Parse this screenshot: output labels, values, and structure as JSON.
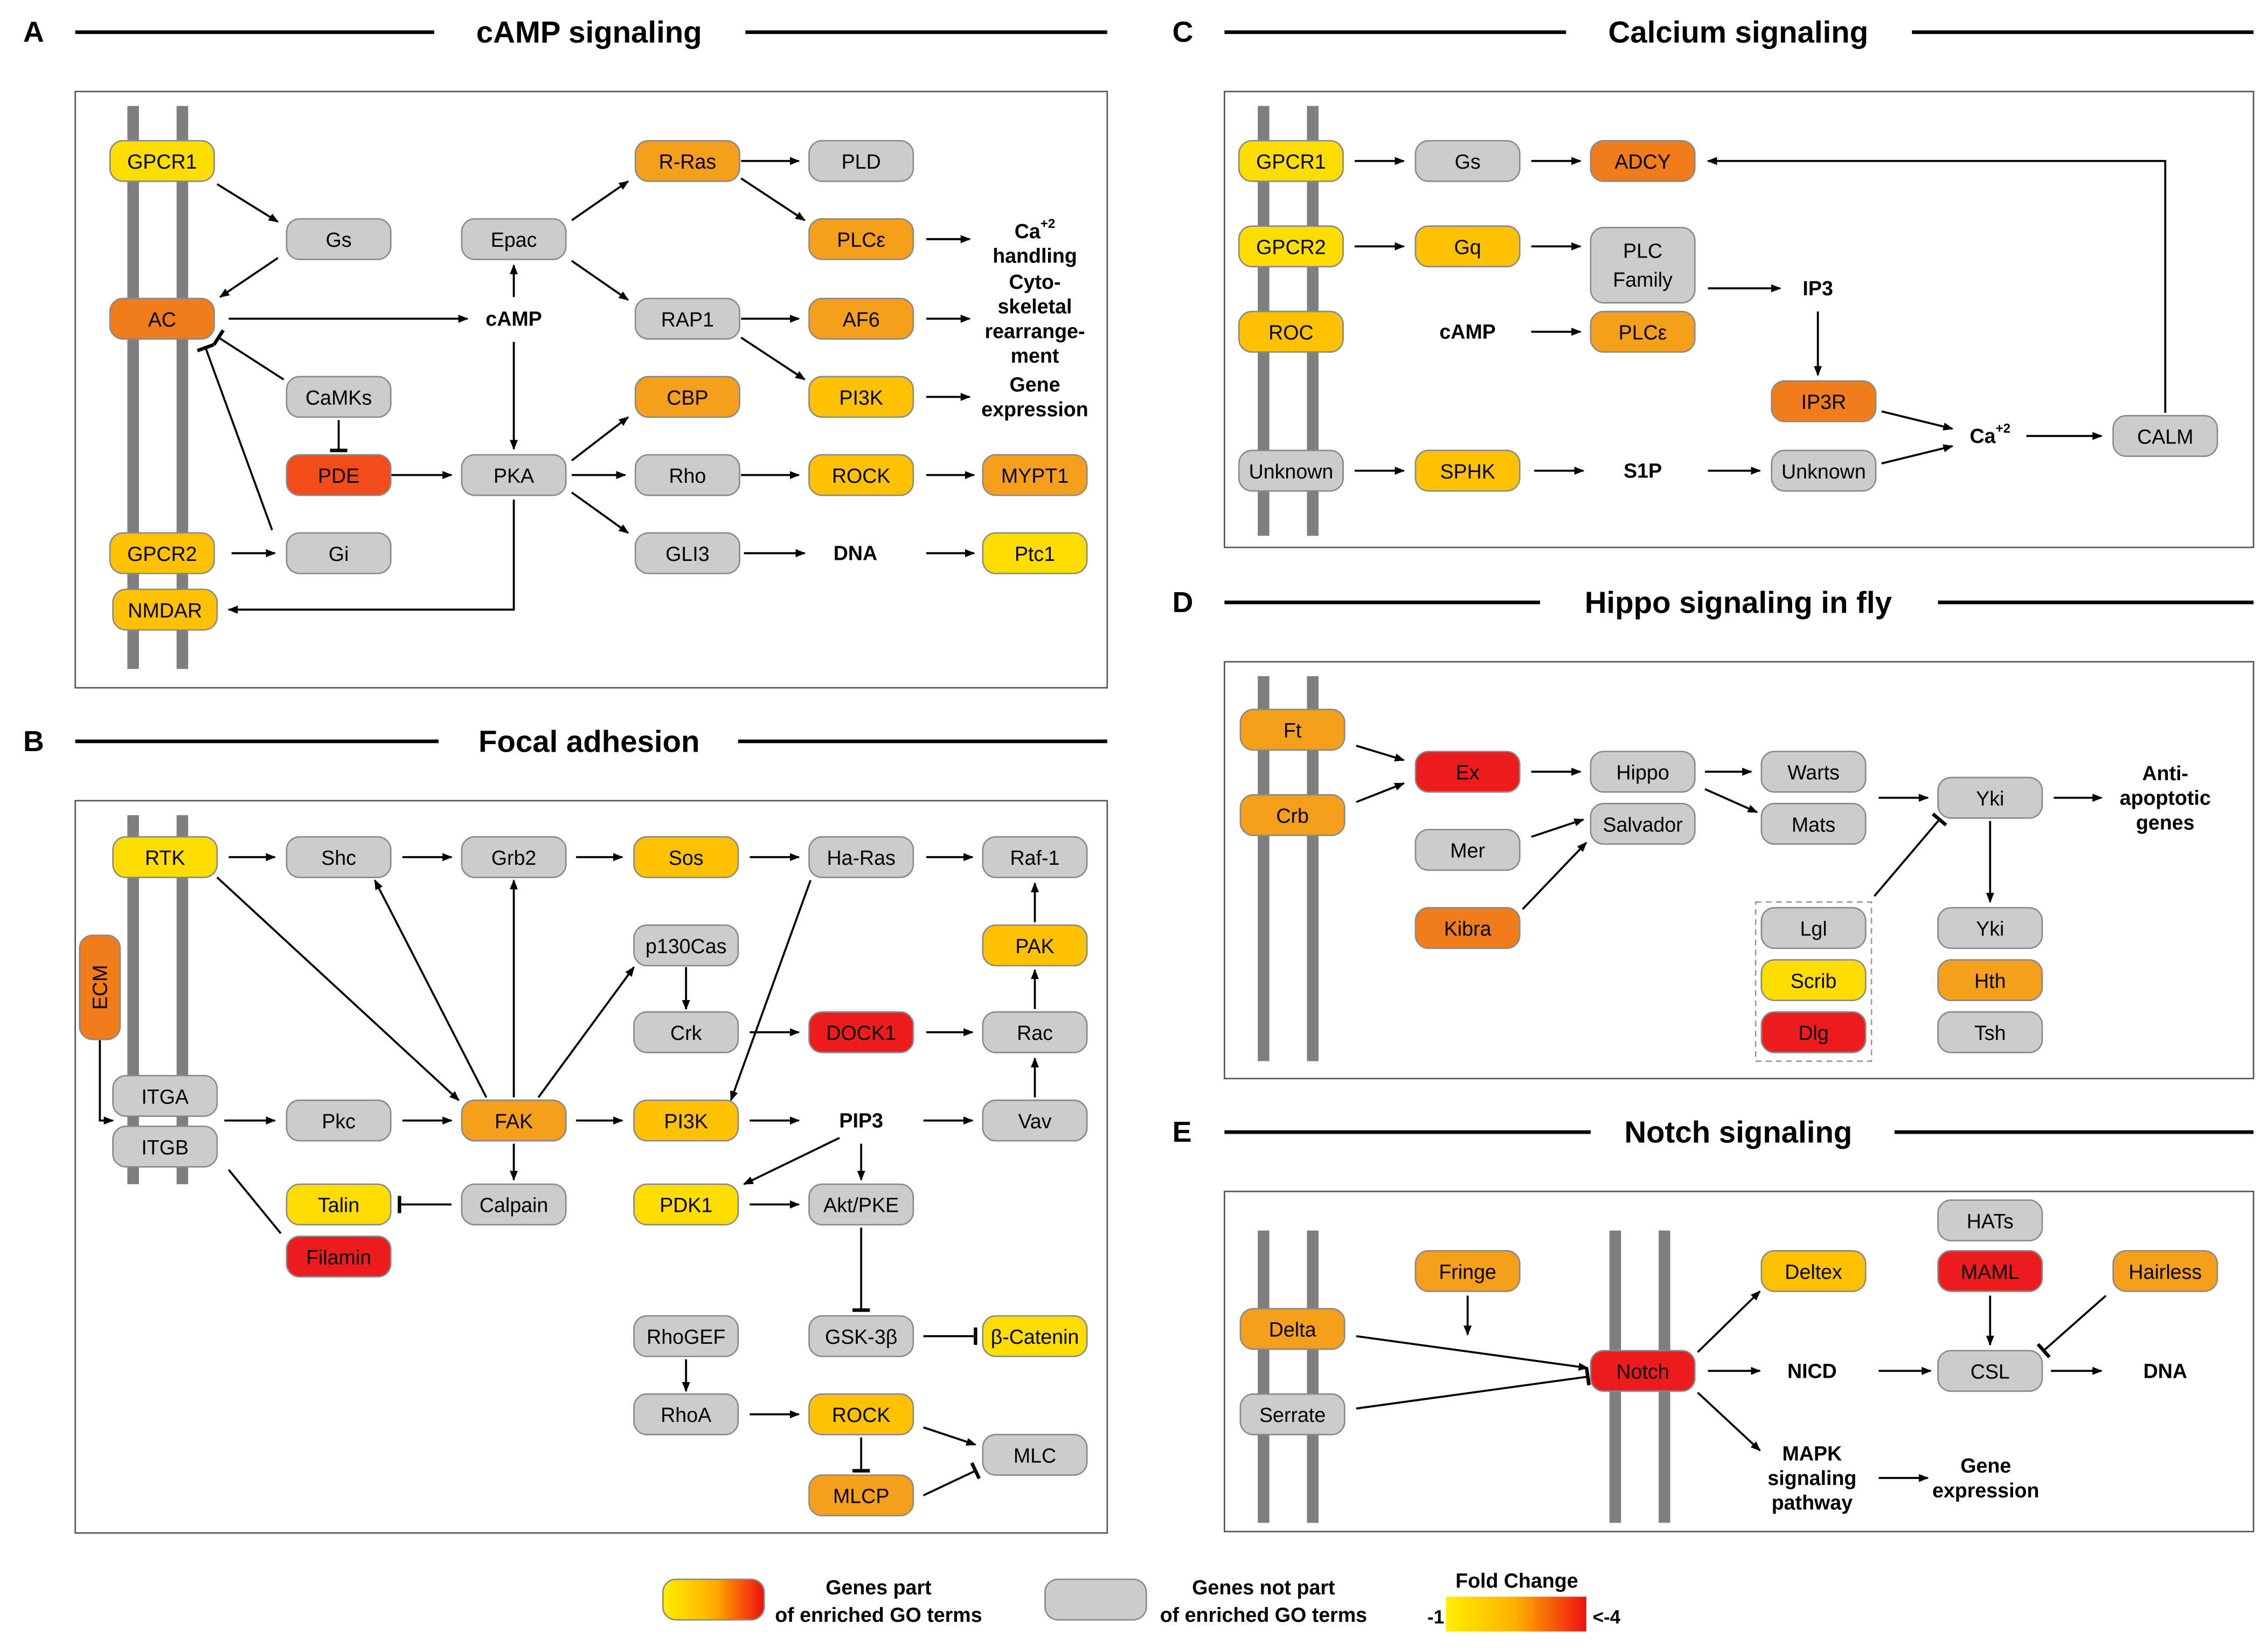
{
  "colors": {
    "gray": "#cccccc",
    "membrane": "#7f7f7f",
    "yellow": "#ffdd00",
    "yelorange": "#ffc200",
    "orange": "#f59f1c",
    "darkorange": "#f07d1a",
    "redorange": "#f44b1a",
    "red": "#ee1c1c",
    "line": "#000000"
  },
  "panels": {
    "A": {
      "letter": "A",
      "title": "cAMP signaling"
    },
    "B": {
      "letter": "B",
      "title": "Focal adhesion"
    },
    "C": {
      "letter": "C",
      "title": "Calcium signaling"
    },
    "D": {
      "letter": "D",
      "title": "Hippo signaling in fly"
    },
    "E": {
      "letter": "E",
      "title": "Notch signaling"
    }
  },
  "nodes": {
    "a_gpcr1": {
      "label": "GPCR1",
      "color": "yellow"
    },
    "a_ac": {
      "label": "AC",
      "color": "darkorange"
    },
    "a_gpcr2": {
      "label": "GPCR2",
      "color": "yelorange"
    },
    "a_nmdar": {
      "label": "NMDAR",
      "color": "yelorange"
    },
    "a_gs": {
      "label": "Gs",
      "color": "gray"
    },
    "a_camks": {
      "label": "CaMKs",
      "color": "gray"
    },
    "a_pde": {
      "label": "PDE",
      "color": "redorange"
    },
    "a_gi": {
      "label": "Gi",
      "color": "gray"
    },
    "a_epac": {
      "label": "Epac",
      "color": "gray"
    },
    "a_pka": {
      "label": "PKA",
      "color": "gray"
    },
    "a_rras": {
      "label": "R-Ras",
      "color": "orange"
    },
    "a_rap1": {
      "label": "RAP1",
      "color": "gray"
    },
    "a_cbp": {
      "label": "CBP",
      "color": "orange"
    },
    "a_rho": {
      "label": "Rho",
      "color": "gray"
    },
    "a_gli3": {
      "label": "GLI3",
      "color": "gray"
    },
    "a_pld": {
      "label": "PLD",
      "color": "gray"
    },
    "a_plce": {
      "label": "PLCε",
      "color": "orange"
    },
    "a_af6": {
      "label": "AF6",
      "color": "orange"
    },
    "a_pi3k": {
      "label": "PI3K",
      "color": "yelorange"
    },
    "a_rock": {
      "label": "ROCK",
      "color": "yelorange"
    },
    "a_mypt1": {
      "label": "MYPT1",
      "color": "orange"
    },
    "a_ptc1": {
      "label": "Ptc1",
      "color": "yellow"
    },
    "b_rtk": {
      "label": "RTK",
      "color": "yellow"
    },
    "b_ecm": {
      "label": "ECM",
      "color": "darkorange"
    },
    "b_itga": {
      "label": "ITGA",
      "color": "gray"
    },
    "b_itgb": {
      "label": "ITGB",
      "color": "gray"
    },
    "b_shc": {
      "label": "Shc",
      "color": "gray"
    },
    "b_grb2": {
      "label": "Grb2",
      "color": "gray"
    },
    "b_sos": {
      "label": "Sos",
      "color": "yelorange"
    },
    "b_haras": {
      "label": "Ha-Ras",
      "color": "gray"
    },
    "b_raf1": {
      "label": "Raf-1",
      "color": "gray"
    },
    "b_p130": {
      "label": "p130Cas",
      "color": "gray"
    },
    "b_crk": {
      "label": "Crk",
      "color": "gray"
    },
    "b_dock1": {
      "label": "DOCK1",
      "color": "red"
    },
    "b_pak": {
      "label": "PAK",
      "color": "yelorange"
    },
    "b_rac": {
      "label": "Rac",
      "color": "gray"
    },
    "b_pkc": {
      "label": "Pkc",
      "color": "gray"
    },
    "b_fak": {
      "label": "FAK",
      "color": "orange"
    },
    "b_pi3k": {
      "label": "PI3K",
      "color": "yelorange"
    },
    "b_vav": {
      "label": "Vav",
      "color": "gray"
    },
    "b_talin": {
      "label": "Talin",
      "color": "yellow"
    },
    "b_calpain": {
      "label": "Calpain",
      "color": "gray"
    },
    "b_filamin": {
      "label": "Filamin",
      "color": "red"
    },
    "b_pdk1": {
      "label": "PDK1",
      "color": "yellow"
    },
    "b_akt": {
      "label": "Akt/PKE",
      "color": "gray"
    },
    "b_gsk": {
      "label": "GSK-3β",
      "color": "gray"
    },
    "b_bcat": {
      "label": "β-Catenin",
      "color": "yellow"
    },
    "b_rhogef": {
      "label": "RhoGEF",
      "color": "gray"
    },
    "b_rhoa": {
      "label": "RhoA",
      "color": "gray"
    },
    "b_rock": {
      "label": "ROCK",
      "color": "yelorange"
    },
    "b_mlcp": {
      "label": "MLCP",
      "color": "orange"
    },
    "b_mlc": {
      "label": "MLC",
      "color": "gray"
    },
    "c_gpcr1": {
      "label": "GPCR1",
      "color": "yellow"
    },
    "c_gpcr2": {
      "label": "GPCR2",
      "color": "yellow"
    },
    "c_roc": {
      "label": "ROC",
      "color": "yelorange"
    },
    "c_unknown1": {
      "label": "Unknown",
      "color": "gray"
    },
    "c_gs": {
      "label": "Gs",
      "color": "gray"
    },
    "c_gq": {
      "label": "Gq",
      "color": "yelorange"
    },
    "c_sphk": {
      "label": "SPHK",
      "color": "yelorange"
    },
    "c_adcy": {
      "label": "ADCY",
      "color": "darkorange"
    },
    "c_plcfam": {
      "label": "PLC\nFamily",
      "color": "gray"
    },
    "c_plce": {
      "label": "PLCε",
      "color": "orange"
    },
    "c_ip3r": {
      "label": "IP3R",
      "color": "darkorange"
    },
    "c_unknown2": {
      "label": "Unknown",
      "color": "gray"
    },
    "c_calm": {
      "label": "CALM",
      "color": "gray"
    },
    "d_ft": {
      "label": "Ft",
      "color": "orange"
    },
    "d_crb": {
      "label": "Crb",
      "color": "orange"
    },
    "d_ex": {
      "label": "Ex",
      "color": "red"
    },
    "d_mer": {
      "label": "Mer",
      "color": "gray"
    },
    "d_kibra": {
      "label": "Kibra",
      "color": "darkorange"
    },
    "d_hippo": {
      "label": "Hippo",
      "color": "gray"
    },
    "d_salvador": {
      "label": "Salvador",
      "color": "gray"
    },
    "d_warts": {
      "label": "Warts",
      "color": "gray"
    },
    "d_mats": {
      "label": "Mats",
      "color": "gray"
    },
    "d_lgl": {
      "label": "Lgl",
      "color": "gray"
    },
    "d_scrib": {
      "label": "Scrib",
      "color": "yellow"
    },
    "d_dlg": {
      "label": "Dlg",
      "color": "red"
    },
    "d_yki1": {
      "label": "Yki",
      "color": "gray"
    },
    "d_yki2": {
      "label": "Yki",
      "color": "gray"
    },
    "d_hth": {
      "label": "Hth",
      "color": "orange"
    },
    "d_tsh": {
      "label": "Tsh",
      "color": "gray"
    },
    "e_delta": {
      "label": "Delta",
      "color": "orange"
    },
    "e_serrate": {
      "label": "Serrate",
      "color": "gray"
    },
    "e_fringe": {
      "label": "Fringe",
      "color": "orange"
    },
    "e_notch": {
      "label": "Notch",
      "color": "red"
    },
    "e_deltex": {
      "label": "Deltex",
      "color": "yelorange"
    },
    "e_hats": {
      "label": "HATs",
      "color": "gray"
    },
    "e_maml": {
      "label": "MAML",
      "color": "red"
    },
    "e_hairless": {
      "label": "Hairless",
      "color": "orange"
    },
    "e_csl": {
      "label": "CSL",
      "color": "gray"
    }
  },
  "texts": {
    "a_camp": "cAMP",
    "a_ca": "Ca+2\nhandling",
    "a_cyto": "Cyto-\nskeletal\nrearrange-\nment",
    "a_gene": "Gene\nexpression",
    "a_dna": "DNA",
    "b_pip3": "PIP3",
    "c_ip3": "IP3",
    "c_camp": "cAMP",
    "c_s1p": "S1P",
    "c_ca": "Ca+2",
    "d_anti": "Anti-\napoptotic\ngenes",
    "e_nicd": "NICD",
    "e_dna": "DNA",
    "e_mapk": "MAPK\nsignaling\npathway",
    "e_gene": "Gene\nexpression"
  },
  "legend": {
    "enriched": "Genes part\nof enriched GO terms",
    "not_enriched": "Genes not part\nof enriched GO terms",
    "fold_title": "Fold Change",
    "fold_min": "-1",
    "fold_max": "<-4"
  }
}
